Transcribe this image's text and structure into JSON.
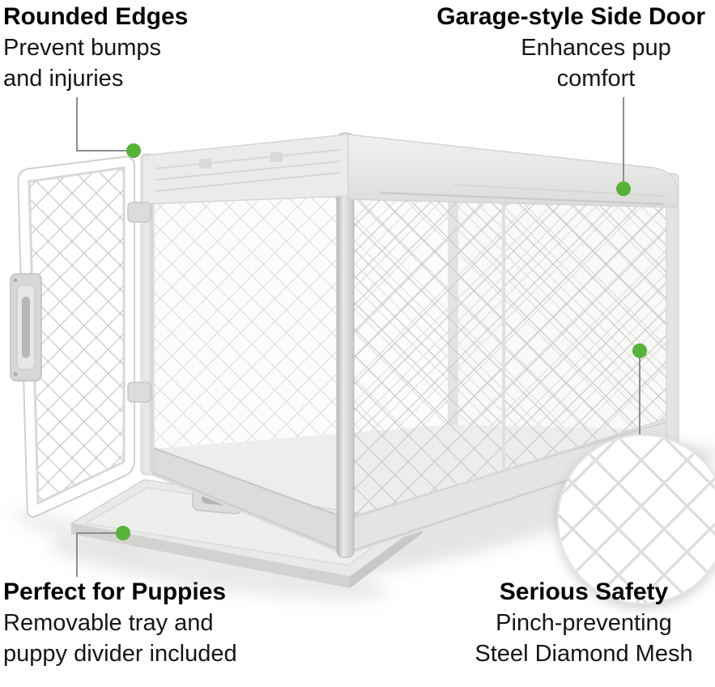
{
  "product_image": {
    "subject": "White collapsible dog crate with steel diamond mesh panels, open front door with latch, rolled-up garage-style side door under the roof, and a removable tray pulled out at the front",
    "detail_inset": "Magnified circle showing the steel diamond mesh pattern"
  },
  "colors": {
    "marker_green": "#55b335",
    "connector_gray": "#8d8d8b",
    "background": "#ffffff",
    "crate_light": "#ebebe9",
    "mesh_line": "#c7c7c5"
  },
  "callouts": {
    "top_left": {
      "title": "Rounded Edges",
      "lines": [
        "Prevent bumps",
        "and injuries"
      ]
    },
    "top_right": {
      "title": "Garage-style Side Door",
      "lines": [
        "Enhances pup",
        "comfort"
      ]
    },
    "bottom_left": {
      "title": "Perfect for Puppies",
      "lines": [
        "Removable tray and",
        "puppy divider included"
      ]
    },
    "bottom_right": {
      "title": "Serious Safety",
      "lines": [
        "Pinch-preventing",
        "Steel Diamond Mesh"
      ]
    }
  }
}
